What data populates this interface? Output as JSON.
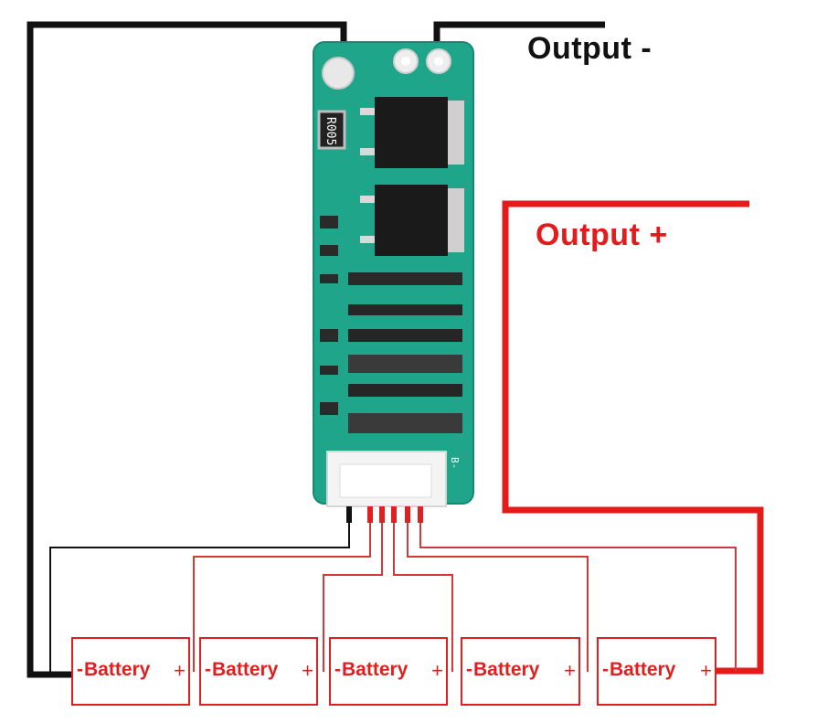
{
  "labels": {
    "output_negative": "Output -",
    "output_positive": "Output +"
  },
  "pcb": {
    "resistor_marking": "R005",
    "pad_label": "B-"
  },
  "batteries": [
    {
      "name": "Battery",
      "neg": "-",
      "pos": "+"
    },
    {
      "name": "Battery",
      "neg": "-",
      "pos": "+"
    },
    {
      "name": "Battery",
      "neg": "-",
      "pos": "+"
    },
    {
      "name": "Battery",
      "neg": "-",
      "pos": "+"
    },
    {
      "name": "Battery",
      "neg": "-",
      "pos": "+"
    }
  ],
  "colors": {
    "pcb": "#1fa58a",
    "negative_wire": "#111111",
    "positive_wire": "#e31b1b",
    "balance_wire": "#d43a3a",
    "battery_border": "#e02020"
  }
}
